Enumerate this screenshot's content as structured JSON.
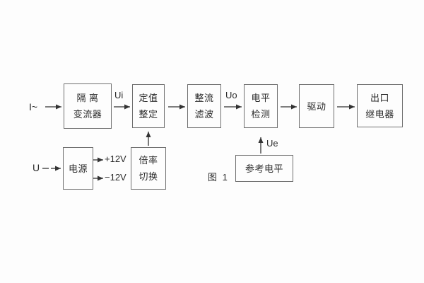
{
  "figure": {
    "caption": "图 1"
  },
  "colors": {
    "background": "#fdfdfd",
    "box_border": "#6f6f6f",
    "text": "#2c2c2c",
    "arrow": "#333333"
  },
  "inputs": {
    "current_input": "I~",
    "voltage_input": "U"
  },
  "signal_labels": {
    "ui": "Ui",
    "uo": "Uo",
    "ue": "Ue",
    "plus_12v": "+12V",
    "minus_12v": "−12V"
  },
  "blocks": {
    "isolation_transformer": {
      "line1": "隔 离",
      "line2": "变流器"
    },
    "setpoint_adjustment": {
      "line1": "定值",
      "line2": "整定"
    },
    "rectifier_filter": {
      "line1": "整流",
      "line2": "滤波"
    },
    "level_detection": {
      "line1": "电平",
      "line2": "检测"
    },
    "drive": {
      "line1": "驱动"
    },
    "output_relay": {
      "line1": "出口",
      "line2": "继电器"
    },
    "power_supply": {
      "line1": "电源"
    },
    "ratio_switching": {
      "line1": "倍率",
      "line2": "切换"
    },
    "reference_level": {
      "line1": "参考电平"
    }
  }
}
